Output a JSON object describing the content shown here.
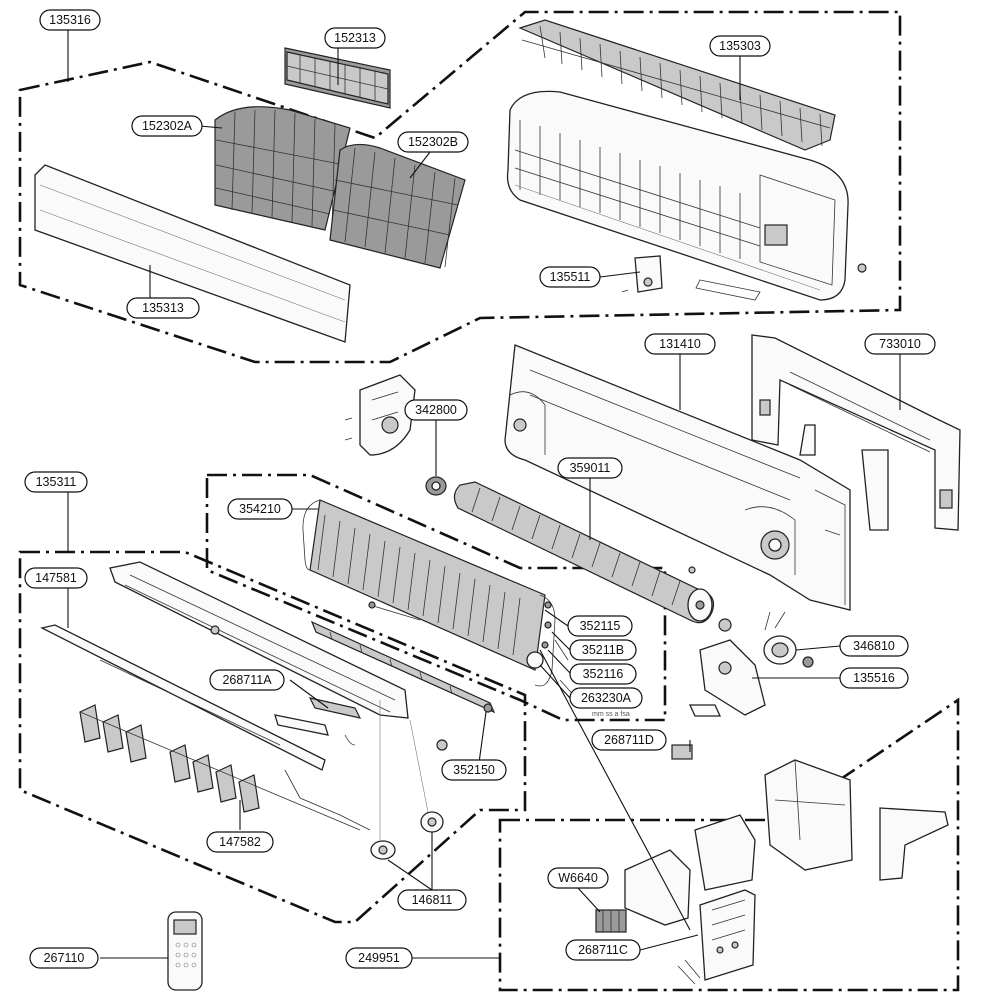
{
  "diagram": {
    "callouts": [
      {
        "id": "c135316",
        "label": "135316"
      },
      {
        "id": "c152313",
        "label": "152313"
      },
      {
        "id": "c135303",
        "label": "135303"
      },
      {
        "id": "c152302A",
        "label": "152302A"
      },
      {
        "id": "c152302B",
        "label": "152302B"
      },
      {
        "id": "c135511",
        "label": "135511"
      },
      {
        "id": "c135313",
        "label": "135313"
      },
      {
        "id": "c131410",
        "label": "131410"
      },
      {
        "id": "c733010",
        "label": "733010"
      },
      {
        "id": "c342800",
        "label": "342800"
      },
      {
        "id": "c135311",
        "label": "135311"
      },
      {
        "id": "c359011",
        "label": "359011"
      },
      {
        "id": "c354210",
        "label": "354210"
      },
      {
        "id": "c147581",
        "label": "147581"
      },
      {
        "id": "c352115",
        "label": "352115"
      },
      {
        "id": "c35211B",
        "label": "35211B"
      },
      {
        "id": "c346810",
        "label": "346810"
      },
      {
        "id": "c352116",
        "label": "352116"
      },
      {
        "id": "c268711A",
        "label": "268711A"
      },
      {
        "id": "c135516",
        "label": "135516"
      },
      {
        "id": "c263230A",
        "label": "263230A"
      },
      {
        "id": "c268711D",
        "label": "268711D"
      },
      {
        "id": "c352150",
        "label": "352150"
      },
      {
        "id": "c147582",
        "label": "147582"
      },
      {
        "id": "cW6640",
        "label": "W6640"
      },
      {
        "id": "c146811",
        "label": "146811"
      },
      {
        "id": "c268711C",
        "label": "268711C"
      },
      {
        "id": "c267110",
        "label": "267110"
      },
      {
        "id": "c249951",
        "label": "249951"
      }
    ]
  }
}
